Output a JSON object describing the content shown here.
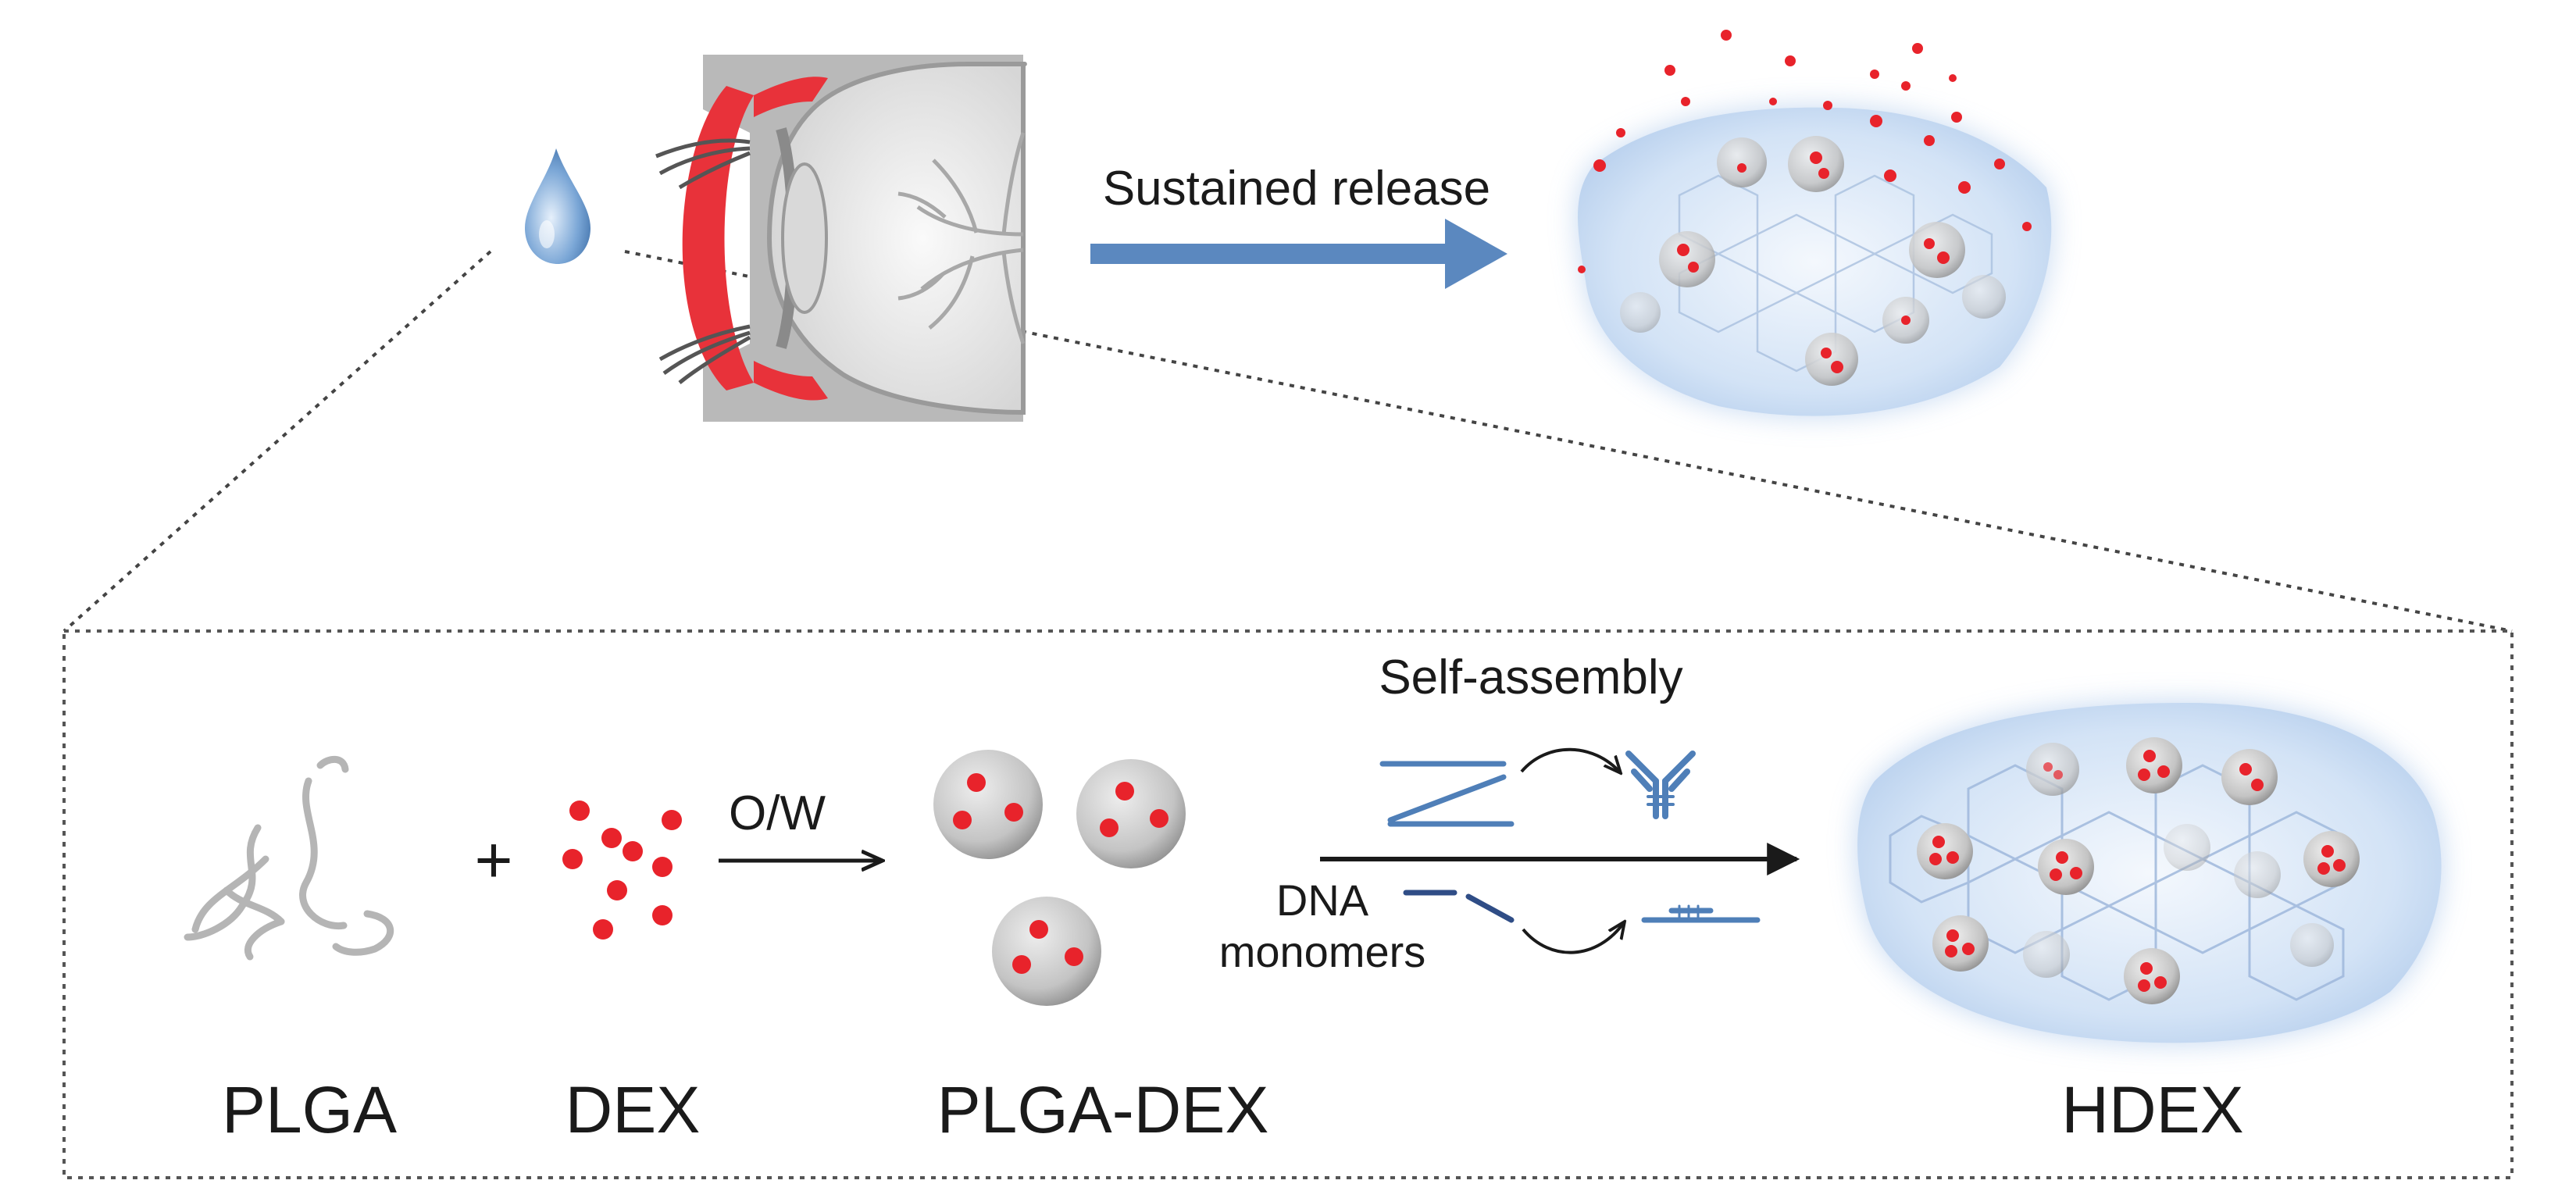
{
  "top": {
    "arrow_label": "Sustained release"
  },
  "process": {
    "emulsion_label": "O/W",
    "assembly_label": "Self-assembly",
    "monomer_label_line1": "DNA",
    "monomer_label_line2": "monomers",
    "plus_sign": "+"
  },
  "components": {
    "plga": "PLGA",
    "dex": "DEX",
    "plga_dex": "PLGA-DEX",
    "hdex": "HDEX"
  },
  "colors": {
    "drug_red": "#e8232b",
    "arrow_blue": "#5b88bf",
    "dna_blue": "#4f7fb8",
    "hydrogel_blue": "#cfe0f5",
    "nanoparticle_grey": "#bdbdbd"
  }
}
